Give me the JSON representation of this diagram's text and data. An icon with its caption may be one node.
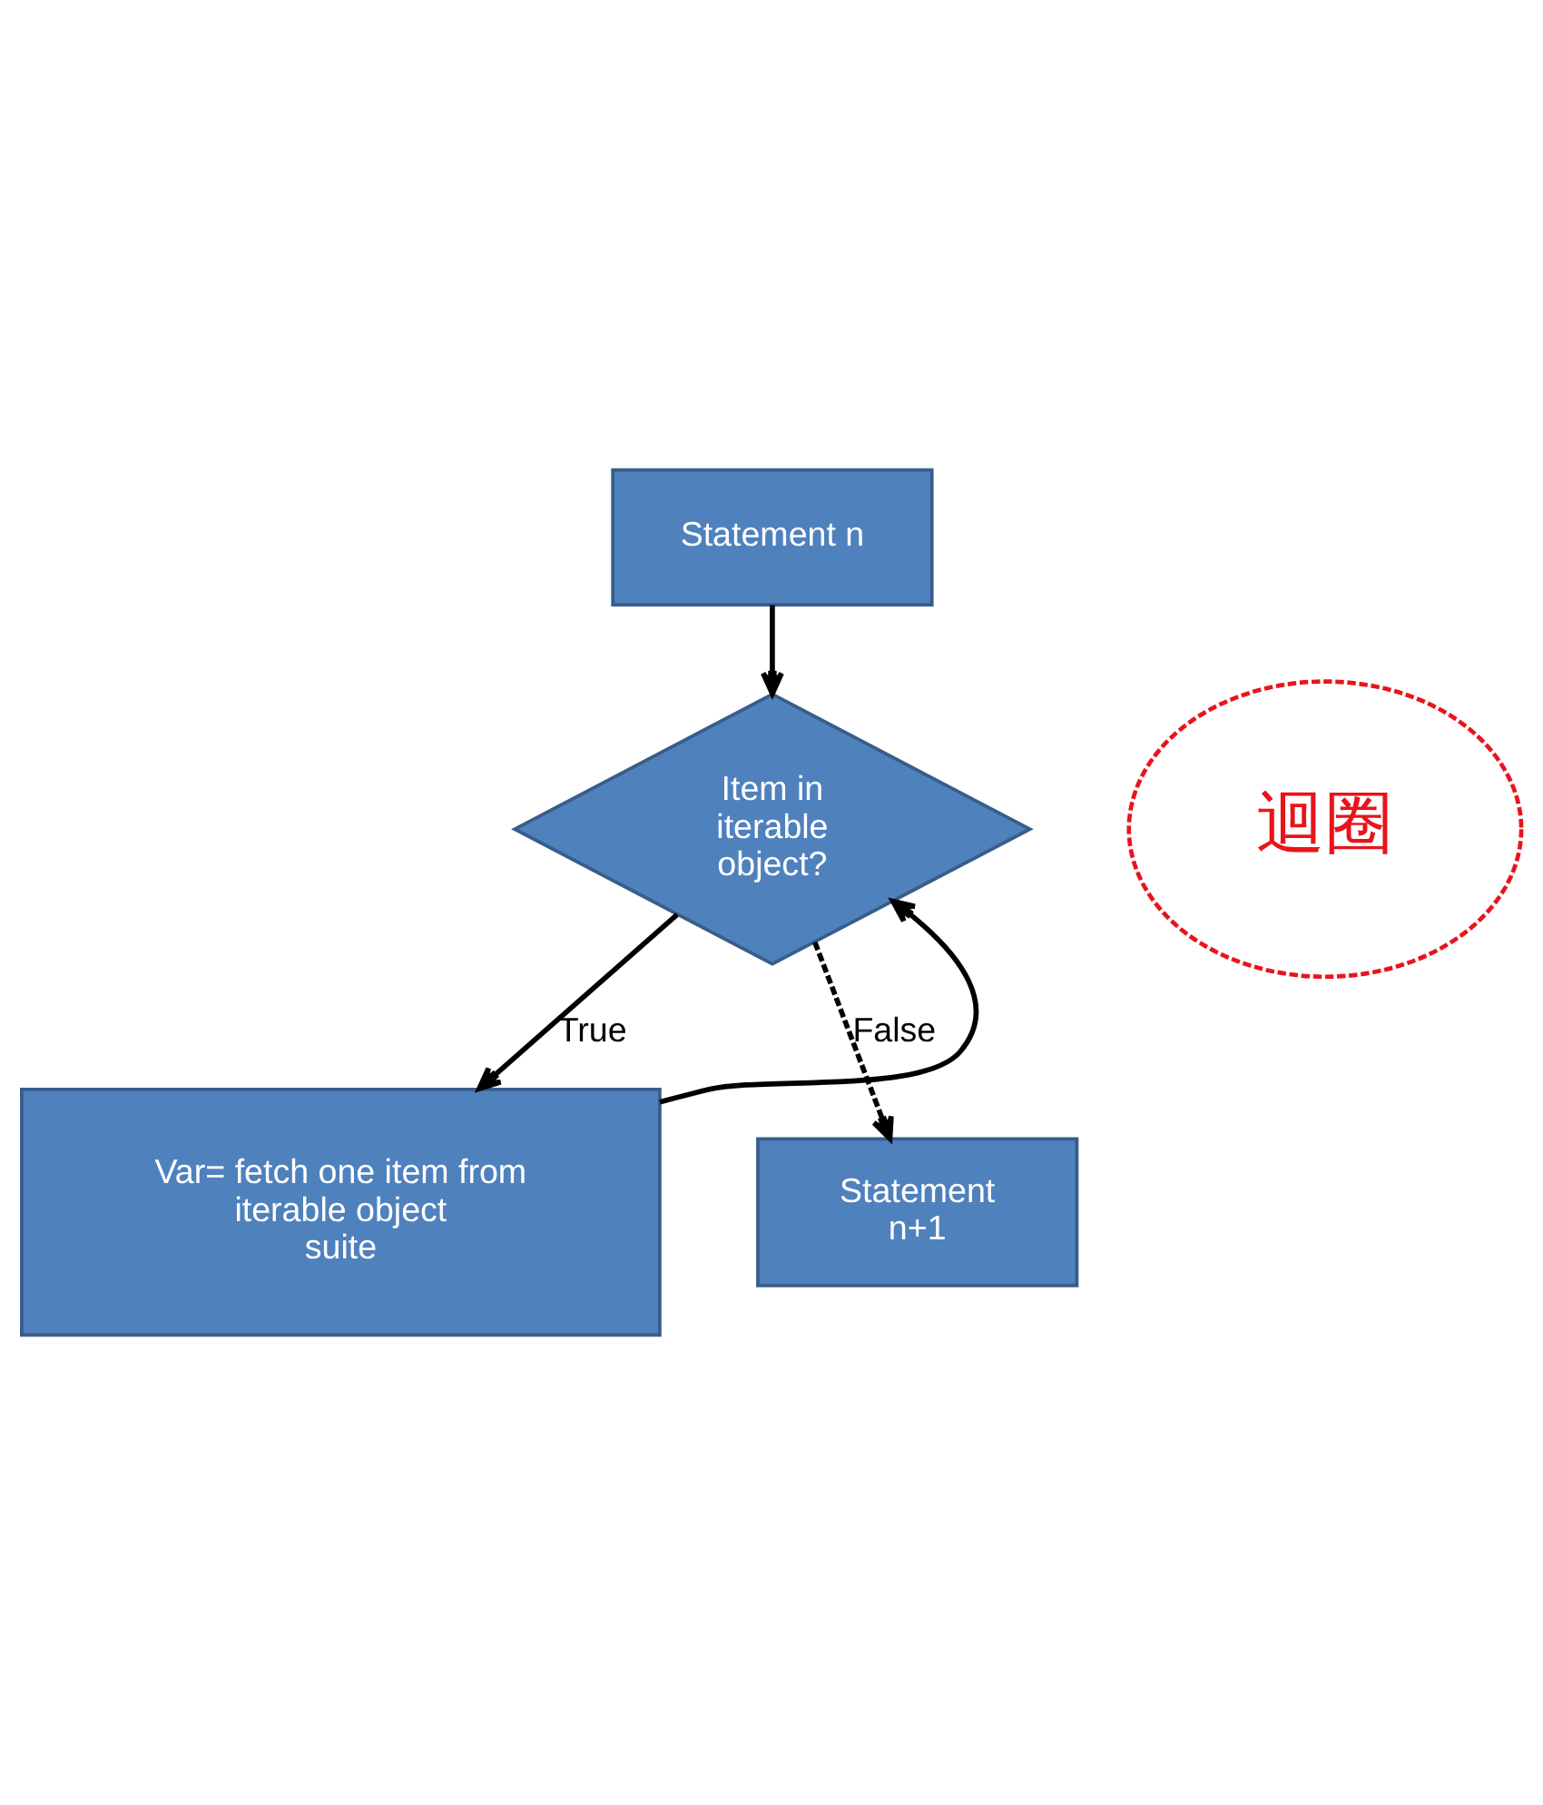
{
  "diagram": {
    "nodes": [
      {
        "text": [
          "Statement n"
        ]
      },
      {
        "text": [
          "Item in iterable object?"
        ]
      },
      {
        "text": [
          "Var= fetch one item from iterable object",
          "suite"
        ]
      },
      {
        "text": [
          "Statement n+1"
        ]
      },
      {
        "text": [
          "迴圈"
        ]
      }
    ],
    "edges": [
      {
        "from": 0,
        "to": 1,
        "arrow": "to"
      },
      {
        "from": 1,
        "to": 2,
        "arrow": "to",
        "label": "True"
      },
      {
        "from": 2,
        "to": 1,
        "arrow": "to"
      },
      {
        "from": 1,
        "to": 3,
        "arrow": "to",
        "label": "False",
        "style": "dashed"
      }
    ]
  }
}
